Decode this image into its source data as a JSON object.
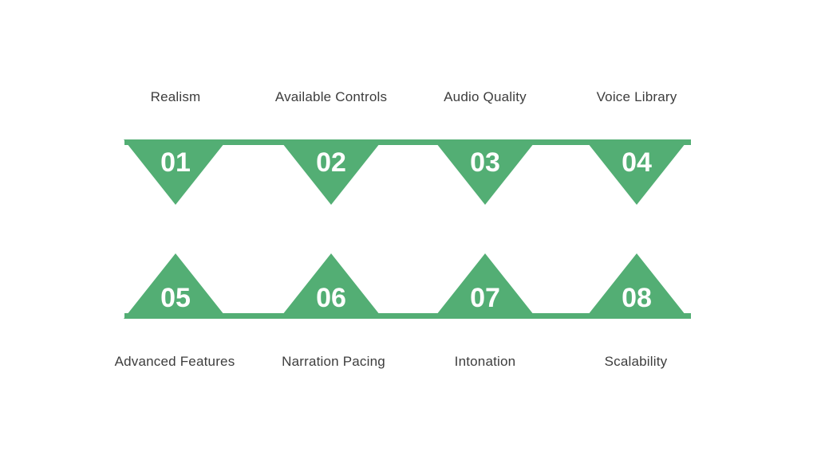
{
  "diagram": {
    "accent_color": "#53ae74",
    "number_color": "#ffffff",
    "label_color": "#3d3d3d",
    "top_items": [
      {
        "number": "01",
        "label": "Realism"
      },
      {
        "number": "02",
        "label": "Available Controls"
      },
      {
        "number": "03",
        "label": "Audio Quality"
      },
      {
        "number": "04",
        "label": "Voice Library"
      }
    ],
    "bottom_items": [
      {
        "number": "05",
        "label": "Advanced Features"
      },
      {
        "number": "06",
        "label": "Narration Pacing"
      },
      {
        "number": "07",
        "label": "Intonation"
      },
      {
        "number": "08",
        "label": "Scalability"
      }
    ]
  }
}
